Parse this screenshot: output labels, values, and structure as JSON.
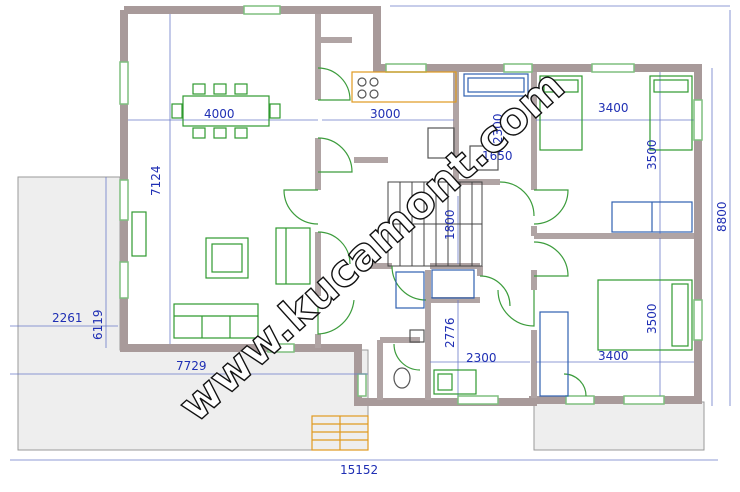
{
  "plan": {
    "room_dims": {
      "living_width": "4000",
      "living_height": "7124",
      "kitchen": "3000",
      "bath_a": "2300",
      "bath_b": "1650",
      "stair": "1800",
      "bedroom1_w": "3400",
      "bedroom1_h": "3500",
      "bedroom2_w": "3400",
      "bedroom2_h": "3500",
      "small_room_h": "2776",
      "small_room_w": "2300"
    },
    "overall_dims": {
      "total_depth": "8800",
      "left_height": "6119",
      "terrace_depth": "2261",
      "left_width": "7729",
      "total_width": "15152"
    },
    "watermark": "www.kucamont.com"
  }
}
